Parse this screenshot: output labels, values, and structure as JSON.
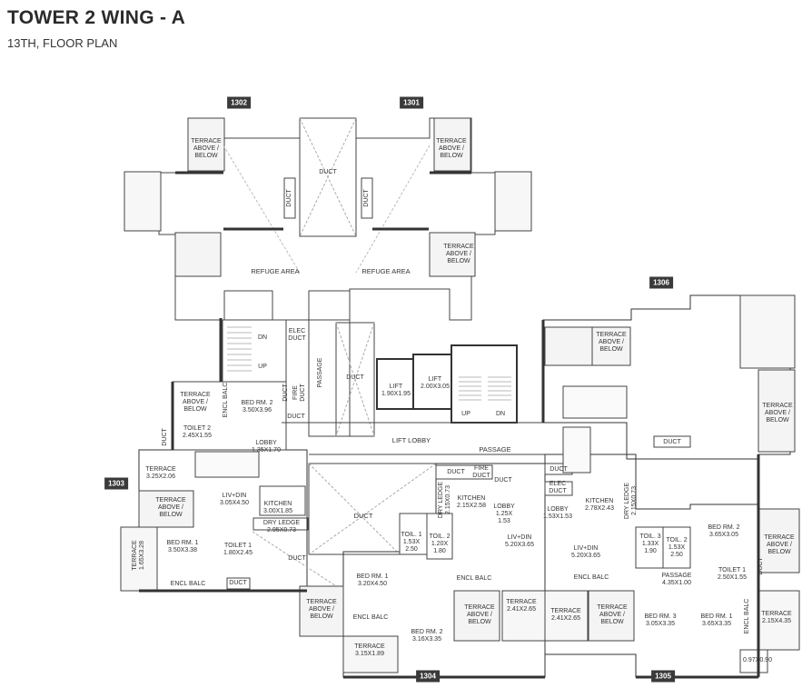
{
  "header": {
    "title": "TOWER 2 WING - A",
    "subtitle": "13TH, FLOOR PLAN"
  },
  "units": [
    {
      "id": "u1302",
      "label": "1302"
    },
    {
      "id": "u1301",
      "label": "1301"
    },
    {
      "id": "u1306",
      "label": "1306"
    },
    {
      "id": "u1303",
      "label": "1303"
    },
    {
      "id": "u1304",
      "label": "1304"
    },
    {
      "id": "u1305",
      "label": "1305"
    }
  ],
  "rooms": [
    {
      "id": "terr-1302",
      "text": "TERRACE\nABOVE /\nBELOW"
    },
    {
      "id": "terr-1301",
      "text": "TERRACE\nABOVE /\nBELOW"
    },
    {
      "id": "duct-top",
      "text": "DUCT"
    },
    {
      "id": "duct-v1",
      "text": "DUCT"
    },
    {
      "id": "duct-v2",
      "text": "DUCT"
    },
    {
      "id": "terr-mid",
      "text": "TERRACE\nABOVE /\nBELOW"
    },
    {
      "id": "refuge-1",
      "text": "REFUGE AREA"
    },
    {
      "id": "refuge-2",
      "text": "REFUGE AREA"
    },
    {
      "id": "dn-1",
      "text": "DN"
    },
    {
      "id": "up-1",
      "text": "UP"
    },
    {
      "id": "elec-duct-1",
      "text": "ELEC\nDUCT"
    },
    {
      "id": "passage-v",
      "text": "PASSAGE"
    },
    {
      "id": "duct-shaft",
      "text": "DUCT"
    },
    {
      "id": "lift-1",
      "text": "LIFT\n1.90X1.95"
    },
    {
      "id": "lift-2",
      "text": "LIFT\n2.00X3.05"
    },
    {
      "id": "up-2",
      "text": "UP"
    },
    {
      "id": "dn-2",
      "text": "DN"
    },
    {
      "id": "lift-lobby",
      "text": "LIFT LOBBY"
    },
    {
      "id": "passage-h",
      "text": "PASSAGE"
    },
    {
      "id": "terr-1303a",
      "text": "TERRACE\nABOVE /\nBELOW"
    },
    {
      "id": "encl-balc-1",
      "text": "ENCL BALC"
    },
    {
      "id": "bed2-1303",
      "text": "BED RM. 2\n3.50X3.96"
    },
    {
      "id": "duct-s1",
      "text": "DUCT"
    },
    {
      "id": "fire-duct-1",
      "text": "FIRE\nDUCT"
    },
    {
      "id": "duct-s2",
      "text": "DUCT"
    },
    {
      "id": "toilet2-1303",
      "text": "TOILET 2\n2.45X1.55"
    },
    {
      "id": "duct-s3",
      "text": "DUCT"
    },
    {
      "id": "lobby-1303",
      "text": "LOBBY\n1.35X1.70"
    },
    {
      "id": "terrace-1303",
      "text": "TERRACE\n3.25X2.06"
    },
    {
      "id": "livdin-1303",
      "text": "LIV+DIN\n3.05X4.50"
    },
    {
      "id": "kitchen-1303",
      "text": "KITCHEN\n3.00X1.85"
    },
    {
      "id": "terr-1303b",
      "text": "TERRACE\nABOVE /\nBELOW"
    },
    {
      "id": "dryledge-1303",
      "text": "DRY LEDGE\n2.95X0.73"
    },
    {
      "id": "terrace-side-1303",
      "text": "TERRACE\n1.65X3.28"
    },
    {
      "id": "bed1-1303",
      "text": "BED RM. 1\n3.50X3.38"
    },
    {
      "id": "toilet1-1303",
      "text": "TOILET 1\n1.80X2.45"
    },
    {
      "id": "encl-balc-1303",
      "text": "ENCL BALC"
    },
    {
      "id": "duct-s4",
      "text": "DUCT"
    },
    {
      "id": "duct-big",
      "text": "DUCT"
    },
    {
      "id": "duct-diag",
      "text": "DUCT"
    },
    {
      "id": "duct-s5",
      "text": "DUCT"
    },
    {
      "id": "fire-duct-2",
      "text": "FIRE\nDUCT"
    },
    {
      "id": "duct-s6",
      "text": "DUCT"
    },
    {
      "id": "dryledge-1304",
      "text": "DRY LEDGE\n2.15X0.73"
    },
    {
      "id": "kitchen-1304",
      "text": "KITCHEN\n2.15X2.58"
    },
    {
      "id": "lobby-1304",
      "text": "LOBBY\n1.25X\n1.53"
    },
    {
      "id": "toil1-1304",
      "text": "TOIL. 1\n1.53X\n2.50"
    },
    {
      "id": "toil2-1304",
      "text": "TOIL. 2\n1.20X\n1.80"
    },
    {
      "id": "livdin-1304",
      "text": "LIV+DIN\n5.20X3.65"
    },
    {
      "id": "bed1-1304",
      "text": "BED RM. 1\n3.20X4.50"
    },
    {
      "id": "encl-balc-1304a",
      "text": "ENCL BALC"
    },
    {
      "id": "terr-1304a",
      "text": "TERRACE\nABOVE /\nBELOW"
    },
    {
      "id": "encl-balc-1304b",
      "text": "ENCL BALC"
    },
    {
      "id": "bed2-1304",
      "text": "BED RM. 2\n3.16X3.35"
    },
    {
      "id": "terrace-1304",
      "text": "TERRACE\n3.15X1.89"
    },
    {
      "id": "terr-1304b",
      "text": "TERRACE\nABOVE /\nBELOW"
    },
    {
      "id": "terrace-1304b",
      "text": "TERRACE\n2.41X2.65"
    },
    {
      "id": "duct-s7",
      "text": "DUCT"
    },
    {
      "id": "elec-duct-2",
      "text": "ELEC\nDUCT"
    },
    {
      "id": "lobby-1305",
      "text": "LOBBY\n1.53X1.53"
    },
    {
      "id": "kitchen-1305",
      "text": "KITCHEN\n2.78X2.43"
    },
    {
      "id": "dryledge-1305",
      "text": "DRY LEDGE\n2.15X0.73"
    },
    {
      "id": "livdin-1305",
      "text": "LIV+DIN\n5.20X3.65"
    },
    {
      "id": "encl-balc-1305a",
      "text": "ENCL BALC"
    },
    {
      "id": "toil3-1305",
      "text": "TOIL. 3\n1.33X\n1.90"
    },
    {
      "id": "toil2-1305",
      "text": "TOIL. 2\n1.53X\n2.50"
    },
    {
      "id": "bed2-1305",
      "text": "BED RM. 2\n3.65X3.05"
    },
    {
      "id": "terr-1305a",
      "text": "TERRACE\nABOVE /\nBELOW"
    },
    {
      "id": "duct-s8",
      "text": "DUCT"
    },
    {
      "id": "passage-1305",
      "text": "PASSAGE\n4.35X1.00"
    },
    {
      "id": "toilet1-1305",
      "text": "TOILET 1\n2.50X1.55"
    },
    {
      "id": "terrace-1305a",
      "text": "TERRACE\n2.41X2.65"
    },
    {
      "id": "terr-1305b",
      "text": "TERRACE\nABOVE /\nBELOW"
    },
    {
      "id": "bed3-1305",
      "text": "BED RM. 3\n3.05X3.35"
    },
    {
      "id": "bed1-1305",
      "text": "BED RM. 1\n3.65X3.35"
    },
    {
      "id": "encl-balc-1305b",
      "text": "ENCL BALC"
    },
    {
      "id": "terrace-1305b",
      "text": "TERRACE\n2.15X4.35"
    },
    {
      "id": "dim-1305",
      "text": "0.97X0.90"
    },
    {
      "id": "terr-1306a",
      "text": "TERRACE\nABOVE /\nBELOW"
    },
    {
      "id": "terr-1306b",
      "text": "TERRACE\nABOVE /\nBELOW"
    },
    {
      "id": "duct-1306",
      "text": "DUCT"
    }
  ]
}
